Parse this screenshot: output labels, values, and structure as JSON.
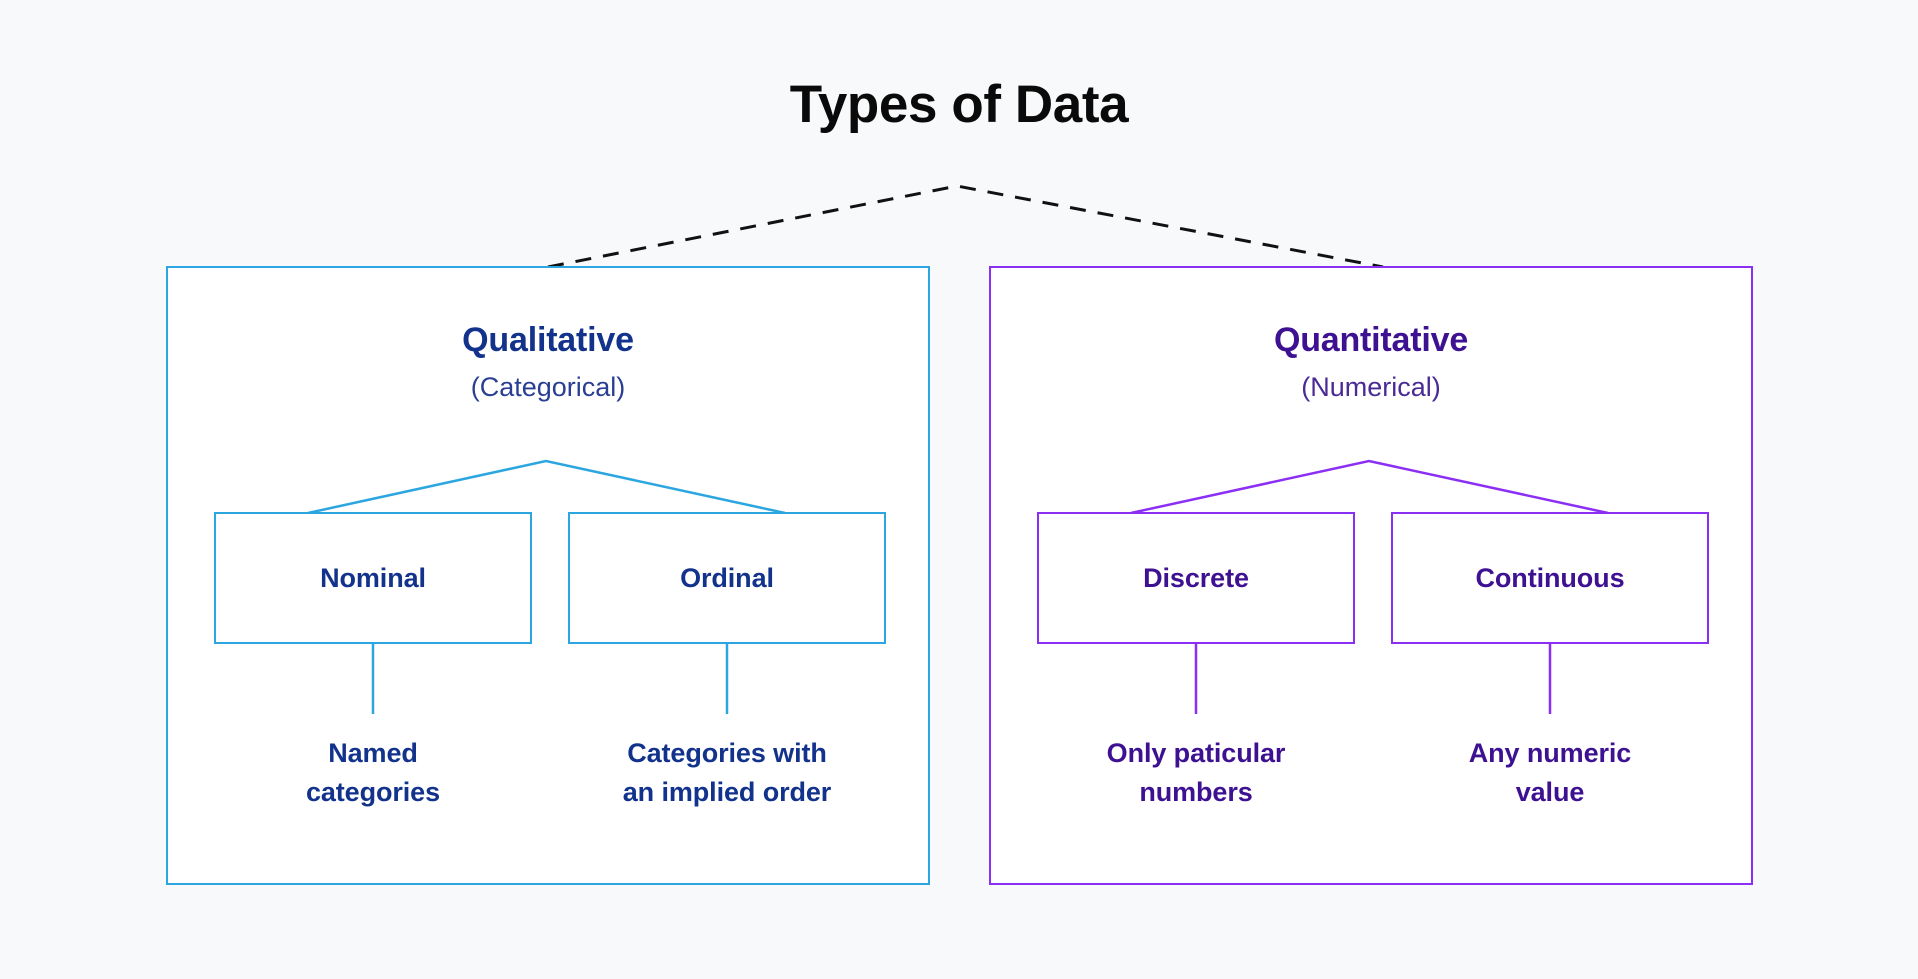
{
  "page": {
    "title": "Types of Data",
    "background_color": "#f8f9fa"
  },
  "colors": {
    "title_text": "#0a0a0a",
    "qualitative_border": "#2ba6e0",
    "qualitative_text": "#12328c",
    "quantitative_border": "#8b2ff5",
    "quantitative_text": "#3d1191",
    "root_connector": "#111111"
  },
  "branches": {
    "qualitative": {
      "title": "Qualitative",
      "subtitle": "(Categorical)",
      "children": [
        {
          "label": "Nominal",
          "description_line1": "Named",
          "description_line2": "categories"
        },
        {
          "label": "Ordinal",
          "description_line1": "Categories with",
          "description_line2": "an implied order"
        }
      ]
    },
    "quantitative": {
      "title": "Quantitative",
      "subtitle": "(Numerical)",
      "children": [
        {
          "label": "Discrete",
          "description_line1": "Only paticular",
          "description_line2": "numbers"
        },
        {
          "label": "Continuous",
          "description_line1": "Any numeric",
          "description_line2": "value"
        }
      ]
    }
  }
}
